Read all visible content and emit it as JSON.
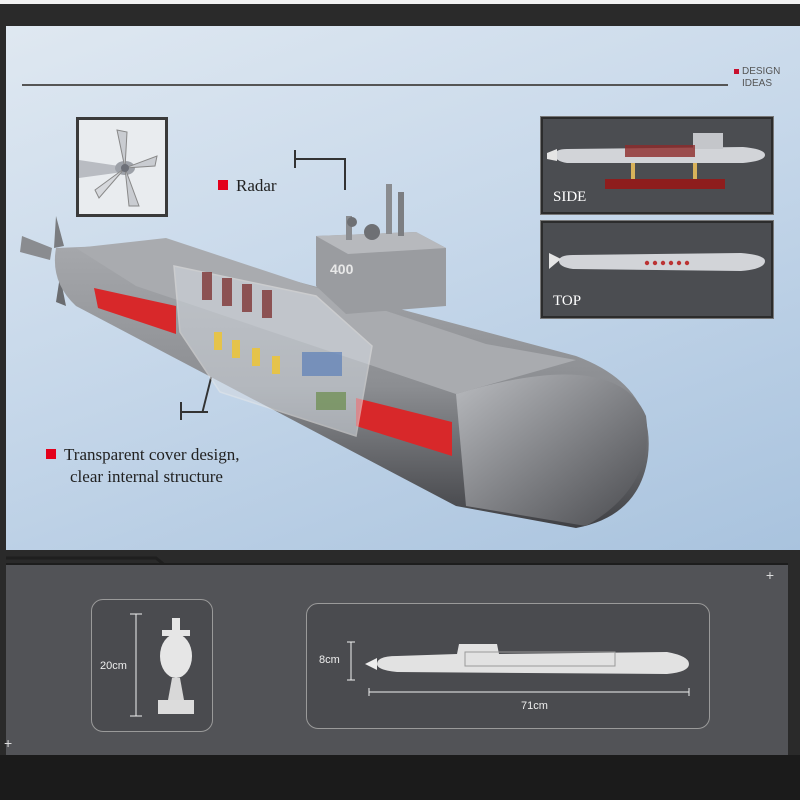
{
  "header": {
    "tag_line1": "DESIGN",
    "tag_line2": "IDEAS"
  },
  "callouts": {
    "radar": "Radar",
    "cover_line1": "Transparent cover design,",
    "cover_line2": "clear internal structure"
  },
  "model": {
    "hull_number": "400"
  },
  "views": {
    "side_label": "SIDE",
    "top_label": "TOP"
  },
  "dimensions": {
    "height": "20cm",
    "width": "8cm",
    "length": "71cm"
  },
  "colors": {
    "accent_red": "#e3001b",
    "hull_grey": "#8c8e92",
    "panel_grey": "#525357"
  },
  "icons": {
    "propeller": "propeller-icon",
    "corner_plus": "plus-icon"
  }
}
